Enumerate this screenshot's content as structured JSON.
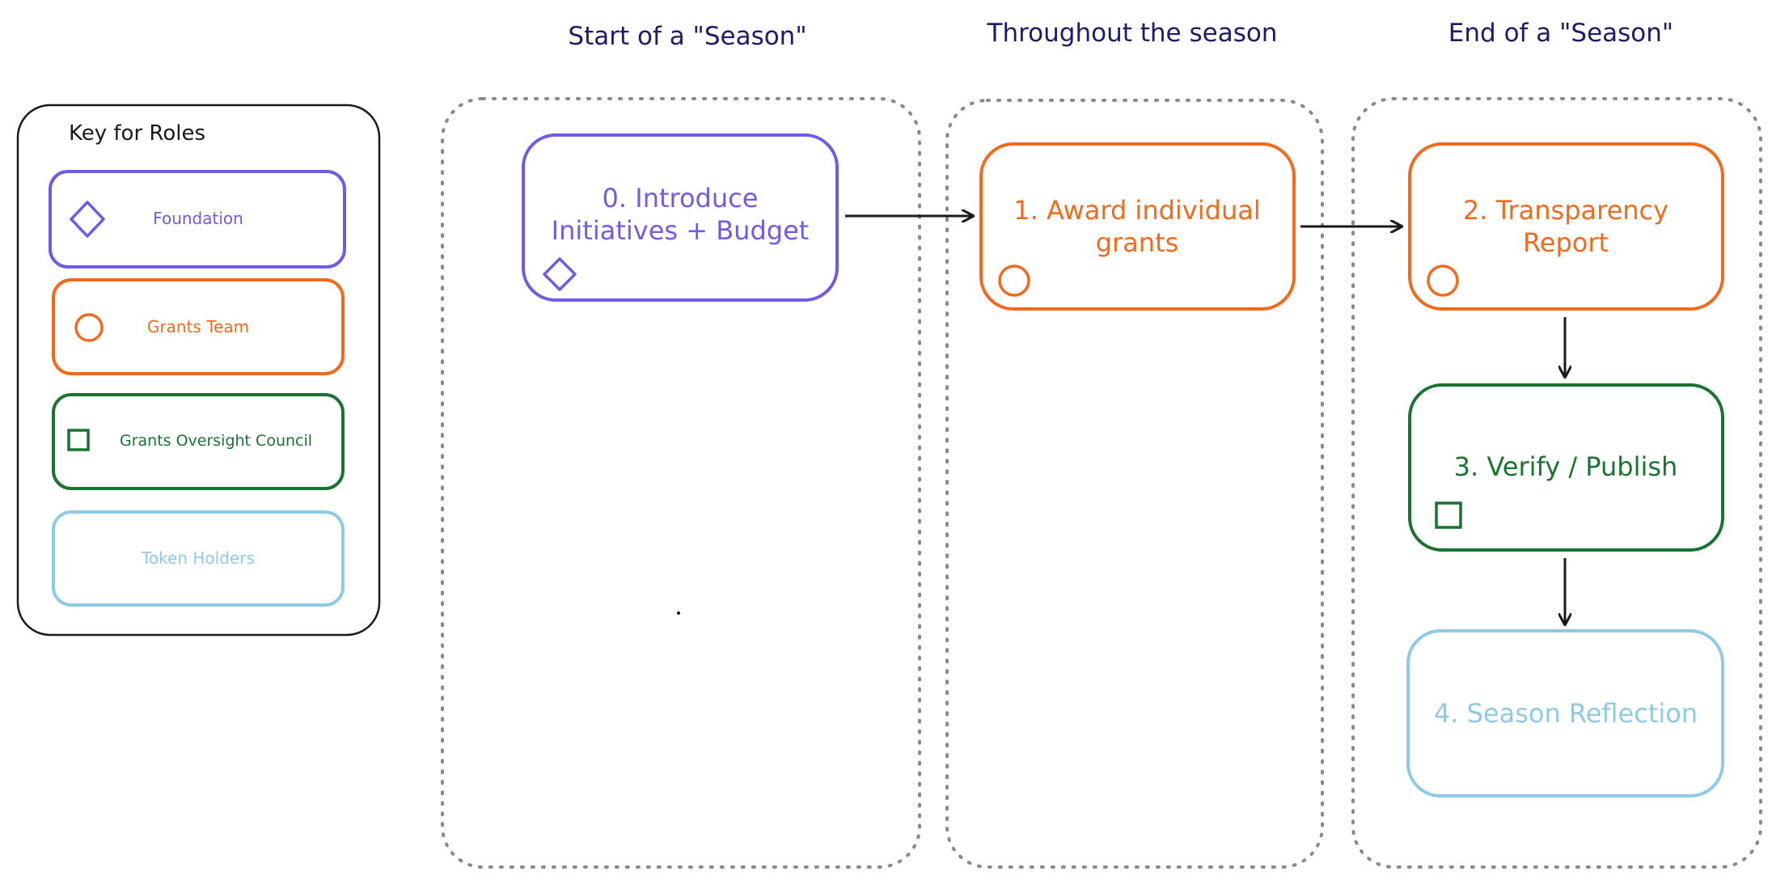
{
  "colors": {
    "foundation": "#6f5ce6",
    "grants_team": "#f26a1b",
    "council": "#1a7431",
    "token_holders": "#8ecae6",
    "heading": "#1e1b6b",
    "ink": "#1a1a1a",
    "dotted": "#8a8a8a"
  },
  "columns": [
    {
      "title": "Start of a \"Season\""
    },
    {
      "title": "Throughout the season"
    },
    {
      "title": "End of a \"Season\""
    }
  ],
  "key": {
    "title": "Key for Roles",
    "roles": [
      {
        "label": "Foundation",
        "icon": "diamond-icon",
        "role": "foundation"
      },
      {
        "label": "Grants Team",
        "icon": "circle-icon",
        "role": "grants_team"
      },
      {
        "label": "Grants Oversight Council",
        "icon": "square-icon",
        "role": "council"
      },
      {
        "label": "Token Holders",
        "icon": "",
        "role": "token_holders"
      }
    ]
  },
  "steps": [
    {
      "label": "0. Introduce\nInitiatives + Budget",
      "role": "foundation",
      "icon": "diamond-icon"
    },
    {
      "label": "1. Award individual\ngrants",
      "role": "grants_team",
      "icon": "circle-icon"
    },
    {
      "label": "2. Transparency\nReport",
      "role": "grants_team",
      "icon": "circle-icon"
    },
    {
      "label": "3. Verify / Publish",
      "role": "council",
      "icon": "square-icon"
    },
    {
      "label": "4. Season Reflection",
      "role": "token_holders",
      "icon": ""
    }
  ]
}
